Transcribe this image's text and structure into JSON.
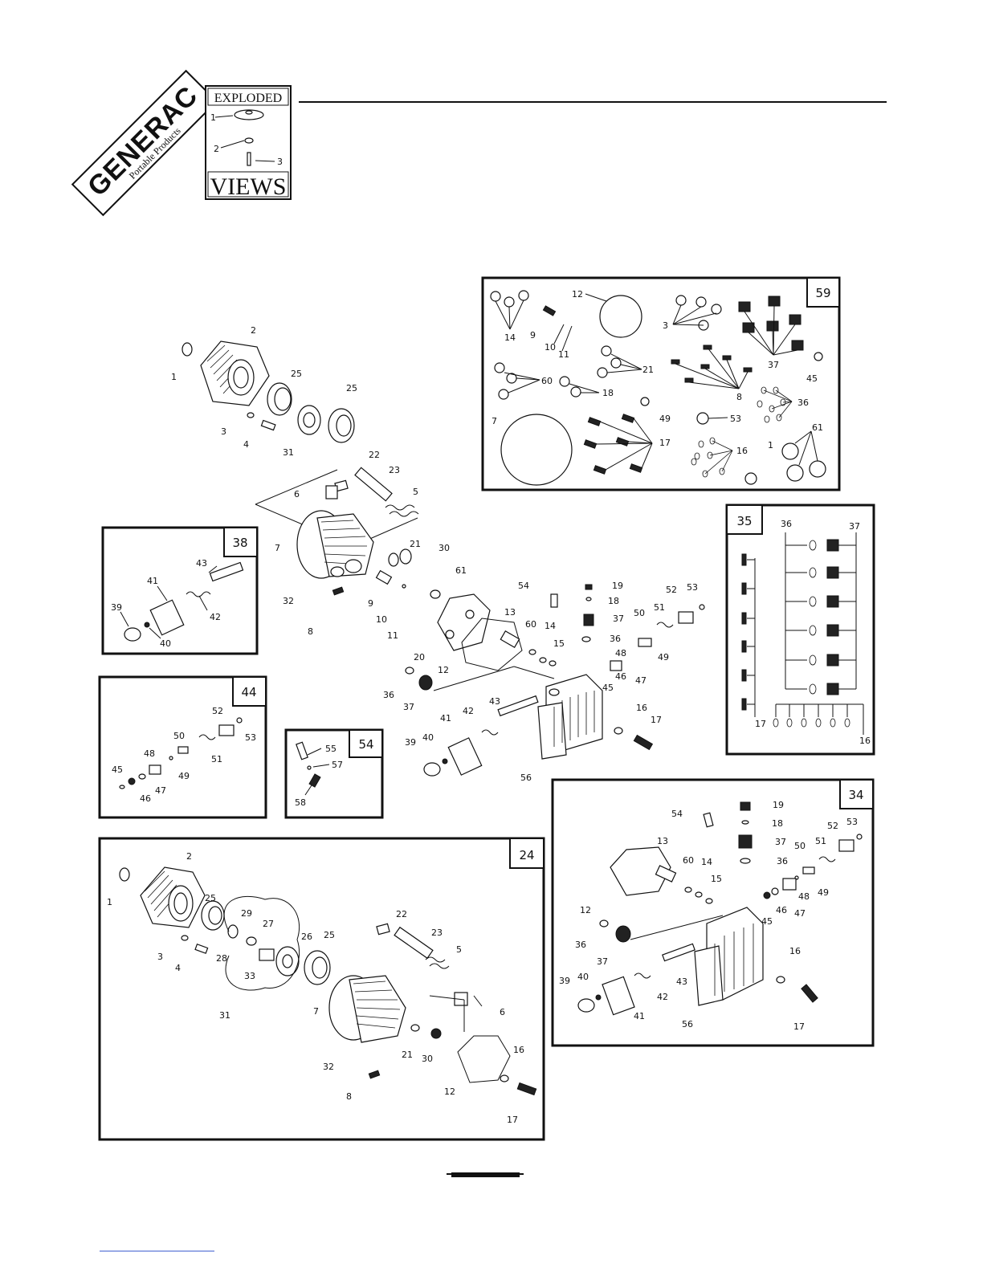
{
  "logo": {
    "brand": "GENERAC",
    "subtitle": "Portable Products",
    "book_title_top": "EXPLODED",
    "book_title_bottom": "VIEWS",
    "book_labels": [
      "1",
      "2",
      "3"
    ]
  },
  "insets": {
    "box_59": "59",
    "box_35": "35",
    "box_38": "38",
    "box_44": "44",
    "box_54": "54",
    "box_34": "34",
    "box_24": "24"
  },
  "callouts": {
    "main": [
      "1",
      "2",
      "3",
      "4",
      "25",
      "31",
      "25",
      "22",
      "23",
      "6",
      "5",
      "7",
      "32",
      "8",
      "21",
      "30",
      "9",
      "10",
      "11",
      "61",
      "20",
      "12",
      "13",
      "36",
      "37",
      "54",
      "19",
      "18",
      "37",
      "36",
      "60",
      "14",
      "15",
      "48",
      "47",
      "46",
      "45",
      "50",
      "49",
      "52",
      "51",
      "53",
      "43",
      "42",
      "41",
      "40",
      "39",
      "16",
      "17",
      "56"
    ],
    "box_59": [
      "14",
      "9",
      "10",
      "11",
      "12",
      "3",
      "37",
      "45",
      "60",
      "18",
      "21",
      "8",
      "36",
      "7",
      "17",
      "49",
      "53",
      "16",
      "1",
      "61"
    ],
    "box_35": [
      "36",
      "37",
      "17",
      "16"
    ],
    "box_38": [
      "43",
      "41",
      "42",
      "39",
      "40"
    ],
    "box_44": [
      "52",
      "53",
      "50",
      "51",
      "48",
      "49",
      "45",
      "47",
      "46"
    ],
    "box_54": [
      "55",
      "57",
      "58"
    ],
    "box_34": [
      "19",
      "54",
      "18",
      "13",
      "37",
      "52",
      "53",
      "60",
      "14",
      "50",
      "51",
      "36",
      "15",
      "49",
      "48",
      "12",
      "46",
      "47",
      "45",
      "36",
      "37",
      "16",
      "39",
      "40",
      "42",
      "43",
      "41",
      "56",
      "17"
    ],
    "box_24": [
      "2",
      "1",
      "25",
      "29",
      "27",
      "26",
      "25",
      "22",
      "23",
      "5",
      "3",
      "28",
      "4",
      "33",
      "31",
      "7",
      "6",
      "32",
      "21",
      "30",
      "16",
      "12",
      "8",
      "17"
    ]
  }
}
